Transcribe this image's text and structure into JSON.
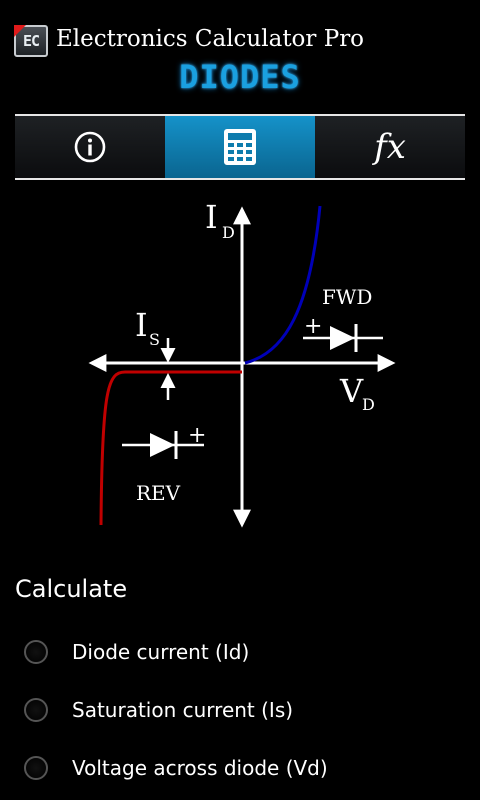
{
  "app": {
    "icon_text": "EC",
    "title": "Electronics Calculator Pro"
  },
  "section_title": "DIODES",
  "tabs": [
    {
      "name": "info",
      "icon": "info-icon"
    },
    {
      "name": "calculator",
      "icon": "calculator-icon",
      "active": true
    },
    {
      "name": "formulas",
      "label": "fx"
    }
  ],
  "diagram": {
    "id_label": "I",
    "id_sub": "D",
    "vd_label": "V",
    "vd_sub": "D",
    "is_label": "I",
    "is_sub": "S",
    "fwd_label": "FWD",
    "rev_label": "REV",
    "plus": "+",
    "colors": {
      "forward_curve": "#0000b8",
      "reverse_curve": "#c00000"
    }
  },
  "calculate": {
    "heading": "Calculate",
    "options": [
      {
        "label": "Diode current (Id)",
        "selected": false
      },
      {
        "label": "Saturation current (Is)",
        "selected": false
      },
      {
        "label": "Voltage across diode (Vd)",
        "selected": false
      }
    ]
  }
}
